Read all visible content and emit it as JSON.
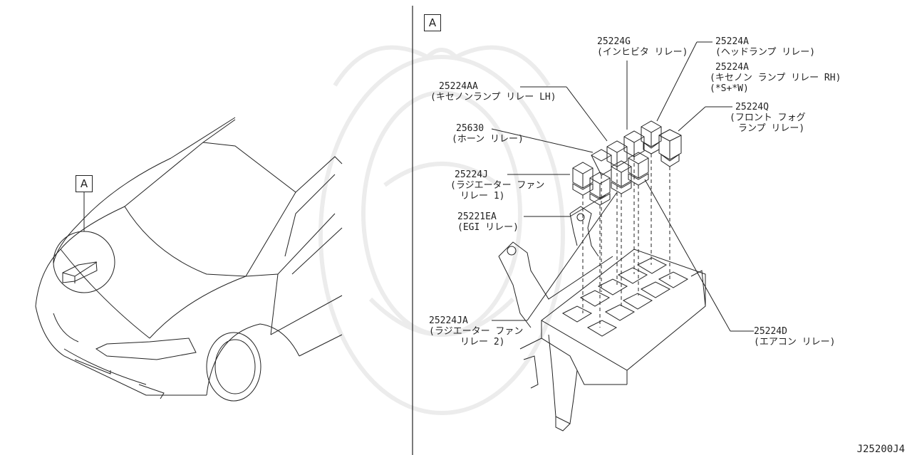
{
  "callout_letter": "A",
  "diagram_code": "J25200J4",
  "colors": {
    "line": "#222222",
    "watermark": "#ececec",
    "background": "#ffffff"
  },
  "labels": [
    {
      "id": "25224G",
      "part": "25224G",
      "desc": [
        "(インヒビタ リレー)"
      ]
    },
    {
      "id": "25224A-1",
      "part": "25224A",
      "desc": [
        "(ヘッドランプ リレー)"
      ]
    },
    {
      "id": "25224A-2",
      "part": "25224A",
      "desc": [
        "(キセノン ランプ リレー RH)",
        "(*S+*W)"
      ]
    },
    {
      "id": "25224AA",
      "part": "25224AA",
      "desc": [
        "(キセノンランプ リレー LH)"
      ]
    },
    {
      "id": "25224Q",
      "part": "25224Q",
      "desc": [
        "(フロント フォグ",
        "ランプ リレー)"
      ]
    },
    {
      "id": "25630",
      "part": "25630",
      "desc": [
        "(ホーン リレー)"
      ]
    },
    {
      "id": "25224J",
      "part": "25224J",
      "desc": [
        "(ラジエーター ファン",
        "リレー 1)"
      ]
    },
    {
      "id": "25221EA",
      "part": "25221EA",
      "desc": [
        "(EGI リレー)"
      ]
    },
    {
      "id": "25224JA",
      "part": "25224JA",
      "desc": [
        "(ラジエーター ファン",
        "リレー 2)"
      ]
    },
    {
      "id": "25224D",
      "part": "25224D",
      "desc": [
        "(エアコン リレー)"
      ]
    }
  ]
}
